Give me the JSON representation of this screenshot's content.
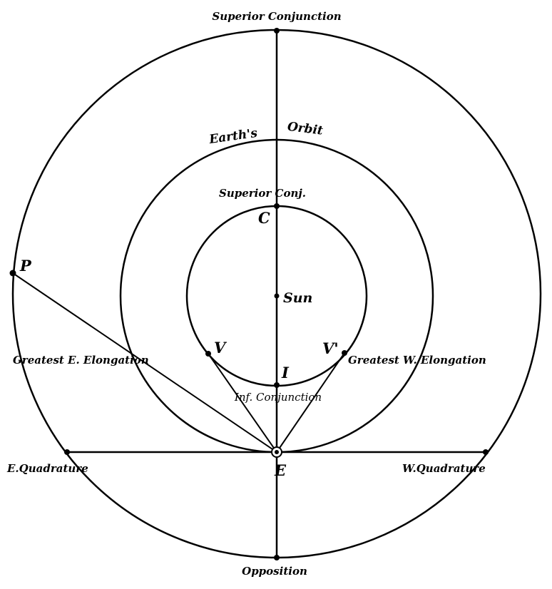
{
  "labels": {
    "superior_conjunction": "Superior Conjunction",
    "earths": "Earth's",
    "orbit": "Orbit",
    "superior_conj": "Superior Conj.",
    "c": "C",
    "sun": "Sun",
    "p": "P",
    "v": "V",
    "v_prime": "V'",
    "i": "I",
    "greatest_e_elongation": "Greatest E. Elongation",
    "greatest_w_elongation": "Greatest W. Elongation",
    "inf_conjunction": "Inf. Conjunction",
    "e_quadrature": "E.Quadrature",
    "w_quadrature": "W.Quadrature",
    "e": "E",
    "opposition": "Opposition"
  }
}
